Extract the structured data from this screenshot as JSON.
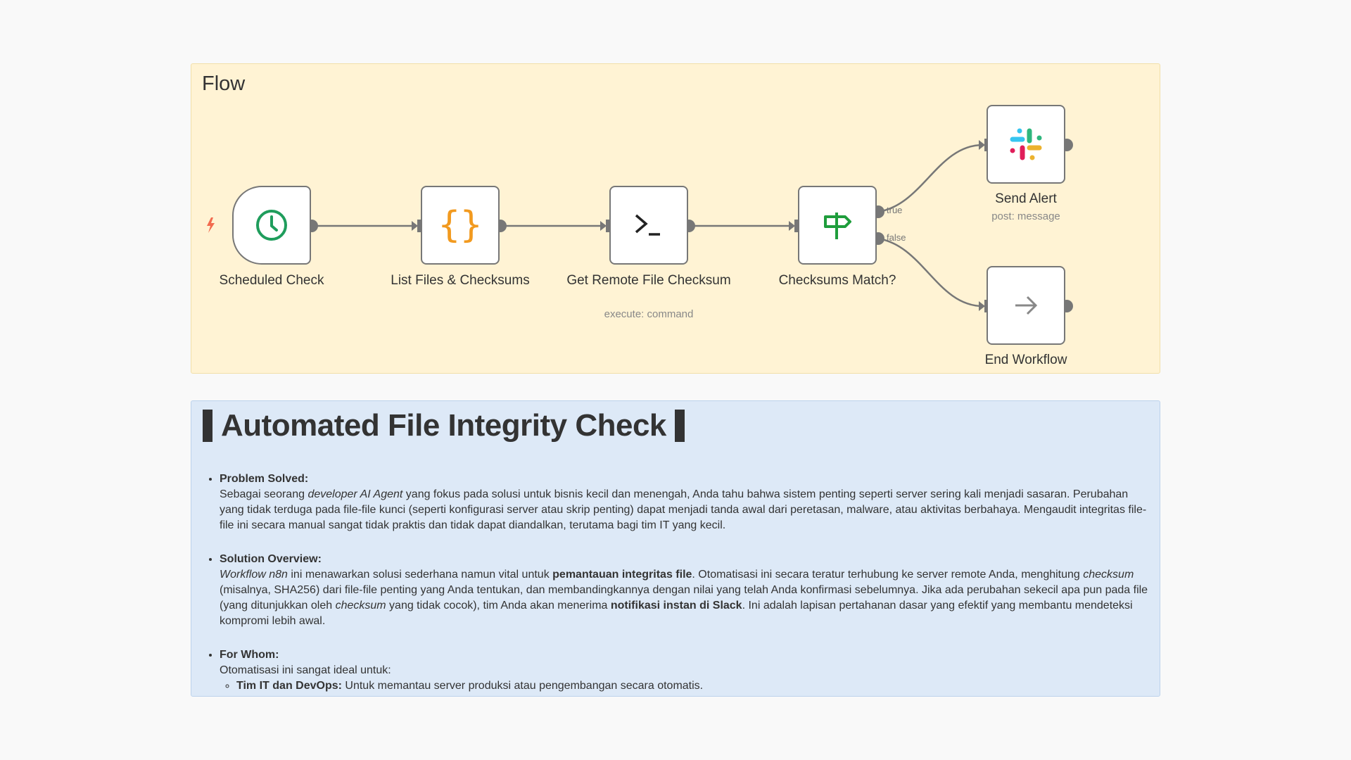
{
  "flow": {
    "title": "Flow",
    "nodes": [
      {
        "name": "Scheduled Check",
        "icon": "clock-icon",
        "icon_color": "#1f9d5c"
      },
      {
        "name": "List Files & Checksums",
        "icon": "code-braces-icon",
        "icon_color": "#f29a1f"
      },
      {
        "name": "Get Remote File Checksum",
        "subtitle": "execute: command",
        "icon": "terminal-icon",
        "icon_color": "#222222"
      },
      {
        "name": "Checksums Match?",
        "icon": "signpost-icon",
        "icon_color": "#1f9d3c",
        "outputs": [
          "true",
          "false"
        ]
      },
      {
        "name": "Send Alert",
        "subtitle": "post: message",
        "icon": "slack-icon"
      },
      {
        "name": "End Workflow",
        "icon": "arrow-right-icon",
        "icon_color": "#888888"
      }
    ],
    "trigger_icon": "lightning-icon",
    "trigger_color": "#f26b4f"
  },
  "description": {
    "title": "Automated File Integrity Check",
    "sections": [
      {
        "heading": "Problem Solved:",
        "parts": [
          {
            "t": "Sebagai seorang "
          },
          {
            "t": "developer AI Agent",
            "i": true
          },
          {
            "t": " yang fokus pada solusi untuk bisnis kecil dan menengah, Anda tahu bahwa sistem penting seperti server sering kali menjadi sasaran. Perubahan yang tidak terduga pada file-file kunci (seperti konfigurasi server atau skrip penting) dapat menjadi tanda awal dari peretasan, malware, atau aktivitas berbahaya. Mengaudit integritas file-file ini secara manual sangat tidak praktis dan tidak dapat diandalkan, terutama bagi tim IT yang kecil."
          }
        ]
      },
      {
        "heading": "Solution Overview:",
        "parts": [
          {
            "t": "Workflow n8n",
            "i": true
          },
          {
            "t": " ini menawarkan solusi sederhana namun vital untuk "
          },
          {
            "t": "pemantauan integritas file",
            "b": true
          },
          {
            "t": ". Otomatisasi ini secara teratur terhubung ke server remote Anda, menghitung "
          },
          {
            "t": "checksum",
            "i": true
          },
          {
            "t": " (misalnya, SHA256) dari file-file penting yang Anda tentukan, dan membandingkannya dengan nilai yang telah Anda konfirmasi sebelumnya. Jika ada perubahan sekecil apa pun pada file (yang ditunjukkan oleh "
          },
          {
            "t": "checksum",
            "i": true
          },
          {
            "t": " yang tidak cocok), tim Anda akan menerima "
          },
          {
            "t": "notifikasi instan di Slack",
            "b": true
          },
          {
            "t": ". Ini adalah lapisan pertahanan dasar yang efektif yang membantu mendeteksi kompromi lebih awal."
          }
        ]
      },
      {
        "heading": "For Whom:",
        "parts": [
          {
            "t": "Otomatisasi ini sangat ideal untuk:"
          }
        ],
        "subitems": [
          {
            "label": "Tim IT dan DevOps:",
            "text": " Untuk memantau server produksi atau pengembangan secara otomatis."
          }
        ]
      }
    ]
  }
}
